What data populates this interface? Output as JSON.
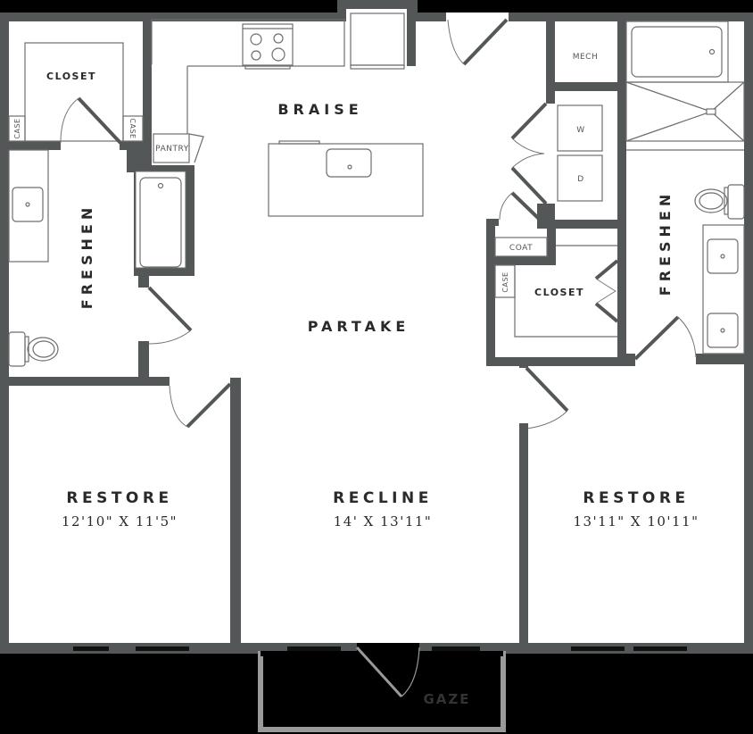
{
  "floorplan": {
    "colors": {
      "background": "#000000",
      "wall": "#535757",
      "floor": "#ffffff",
      "fixture_line": "#6e6e6e",
      "balcony_rail": "#9a9a9a",
      "label": "#2a2a2a"
    },
    "rooms": {
      "kitchen": {
        "label": "BRAISE"
      },
      "dining": {
        "label": "PARTAKE"
      },
      "living": {
        "label": "RECLINE",
        "dimensions": "14' X 13'11\""
      },
      "bedroom_left": {
        "label": "RESTORE",
        "dimensions": "12'10\" X 11'5\""
      },
      "bedroom_right": {
        "label": "RESTORE",
        "dimensions": "13'11\" X 10'11\""
      },
      "bath_left": {
        "label": "FRESHEN"
      },
      "bath_right": {
        "label": "FRESHEN"
      },
      "closet_left": {
        "label": "CLOSET"
      },
      "closet_right": {
        "label": "CLOSET"
      },
      "balcony": {
        "label": "GAZE"
      }
    },
    "small_labels": {
      "pantry": "PANTRY",
      "mech": "MECH",
      "washer": "W",
      "dryer": "D",
      "coat": "COAT",
      "case_left_1": "CASE",
      "case_left_2": "CASE",
      "case_right": "CASE"
    }
  }
}
